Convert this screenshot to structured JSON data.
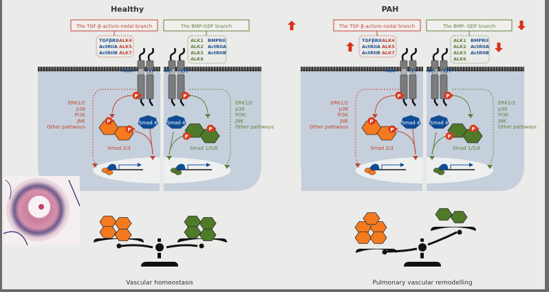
{
  "colors": {
    "tgf": "#c0432e",
    "bmp": "#5f7f3a",
    "receptor_blue": "#1f4e8c",
    "smad_orange": "#f47a20",
    "smad_green": "#4f7a2a",
    "smad4": "#0f4c94",
    "cell": "#c6d0dc",
    "nucleus": "#eef0f0",
    "phospho": "#d93a1c",
    "background": "#ebebea"
  },
  "panels": [
    {
      "id": "healthy",
      "title": "Healthy",
      "tgf_branch": {
        "label": "The TGF-β-activin-nodal branch",
        "receptors_type2": [
          "TGFβRII",
          "ActRIIA",
          "ActRIIB"
        ],
        "receptors_type1": [
          "ALK4",
          "ALK5",
          "ALK7"
        ],
        "trend": null
      },
      "bmp_branch": {
        "label": "The BMP-GDF branch",
        "receptors_type1": [
          "ALK1",
          "ALK2",
          "ALK3",
          "ALK6"
        ],
        "receptors_type2": [
          "BMPRII",
          "ActRIIA",
          "ActRIIB"
        ],
        "trend": null
      },
      "tgf_pathways": [
        "ERK1/2",
        "p38",
        "PI3K",
        "JNK",
        "Other pathways"
      ],
      "bmp_pathways": [
        "ERK1/2",
        "p38",
        "PI3K",
        "JNK",
        "Other pathways"
      ],
      "smad_tgf": "Smad 2/3",
      "smad_bmp": "Smad 1/5/8",
      "smad4": "Smad 4",
      "phospho": "P",
      "balance": {
        "state": "balanced",
        "left_blocks": 4,
        "right_blocks": 4
      },
      "caption": "Vascular homeostasis"
    },
    {
      "id": "pah",
      "title": "PAH",
      "tgf_branch": {
        "label": "The TGF-β-activin-nodal branch",
        "receptors_type2": [
          "TGFβRII",
          "ActRIIA",
          "ActRIIB"
        ],
        "receptors_type1": [
          "ALK4",
          "ALK5",
          "ALK7"
        ],
        "trend": "up"
      },
      "bmp_branch": {
        "label": "The BMP- GDF branch",
        "receptors_type1": [
          "ALK1",
          "ALK2",
          "ALK3",
          "ALK6"
        ],
        "receptors_type2": [
          "BMPRII",
          "ActRIIA",
          "ActRIIB"
        ],
        "trend": "down"
      },
      "tgf_pathways": [
        "ERK1/2",
        "p38",
        "PI3K",
        "JNK",
        "Other pathways"
      ],
      "bmp_pathways": [
        "ERK1/2",
        "p38",
        "PI3K",
        "JNK",
        "Other pathways"
      ],
      "smad_tgf": "Smad 2/3",
      "smad_bmp": "Smad 1/5/8",
      "smad4": "Smad 4",
      "phospho": "P",
      "balance": {
        "state": "tilted-left",
        "left_blocks": 5,
        "right_blocks": 2
      },
      "caption": "Pulmonary vascular remodelling"
    }
  ],
  "inset": {
    "name": "histology-micrograph"
  }
}
